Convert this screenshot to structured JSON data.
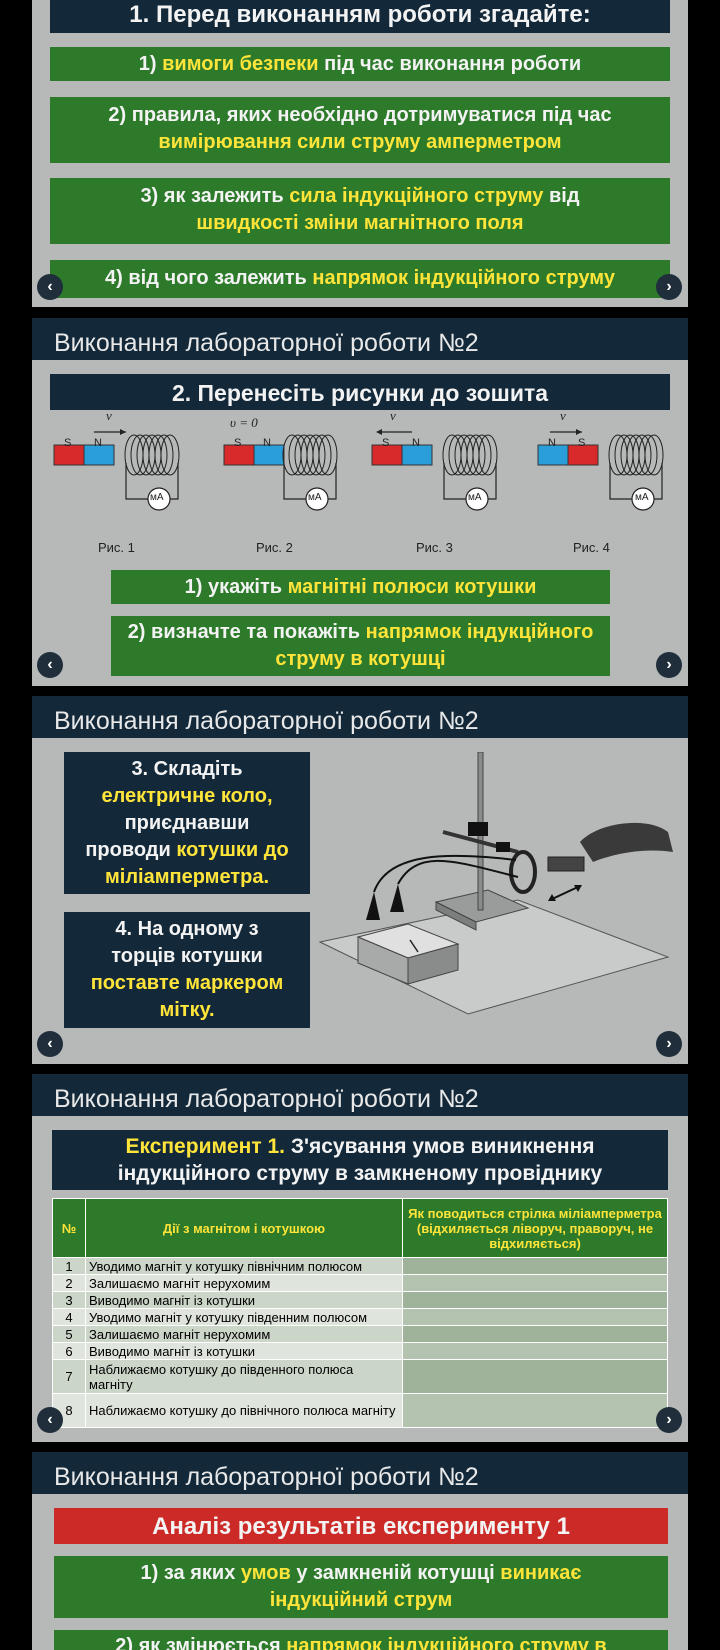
{
  "nav": {
    "prev_glyph": "‹",
    "next_glyph": "›"
  },
  "slide1": {
    "title": "1. Перед виконанням роботи згадайте:",
    "items": [
      {
        "pre": "1) ",
        "hl": "вимоги безпеки",
        "post": " під час виконання роботи"
      },
      {
        "pre": "2) правила, яких необхідно дотримуватися під час ",
        "hl": "вимірювання сили струму амперметром",
        "post": ""
      },
      {
        "pre": "3) як залежить ",
        "hl": "сила індукційного струму",
        "post": " від ",
        "hl2": "швидкості зміни магнітного поля"
      },
      {
        "pre": "4) від чого залежить ",
        "hl": "напрямок індукційного струму",
        "post": ""
      }
    ]
  },
  "header_title": "Виконання лабораторної роботи №2",
  "slide2": {
    "title": "2. Перенесіть рисунки до зошита",
    "figures": [
      {
        "caption": "Рис. 1",
        "vel": "v⃗",
        "pole_left": "S",
        "pole_right": "N",
        "meter": "мА"
      },
      {
        "caption": "Рис. 2",
        "vel": "υ = 0",
        "pole_left": "S",
        "pole_right": "N",
        "meter": "мА"
      },
      {
        "caption": "Рис. 3",
        "vel": "v⃗",
        "pole_left": "S",
        "pole_right": "N",
        "meter": "мА"
      },
      {
        "caption": "Рис. 4",
        "vel": "v⃗",
        "pole_left": "N",
        "pole_right": "S",
        "meter": "мА"
      }
    ],
    "task1": {
      "pre": "1) укажіть ",
      "hl": "магнітні полюси котушки"
    },
    "task2": {
      "pre": "2) визначте та покажіть ",
      "hl": "напрямок індукційного струму в котушці"
    }
  },
  "slide3": {
    "box1": {
      "l1": "3. Складіть",
      "hl1": "електричне коло,",
      "l2": "приєднавши",
      "l3": "проводи ",
      "hl2": "котушки до",
      "hl3": "міліамперметра."
    },
    "box2": {
      "l1": "4. На одному з",
      "l2": "торців котушки",
      "hl1": "поставте маркером",
      "hl2": "мітку."
    }
  },
  "slide4": {
    "title_hl": "Експеримент 1.",
    "title_rest": " З'ясування умов виникнення",
    "title_line2": "індукційного струму в замкненому провіднику",
    "headers": [
      "№",
      "Дії з магнітом і котушкою",
      "Як поводиться стрілка міліамперметра (відхиляється ліворуч, праворуч, не відхиляється)"
    ],
    "rows": [
      [
        "1",
        "Уводимо магніт у котушку північним полюсом"
      ],
      [
        "2",
        "Залишаємо магніт нерухомим"
      ],
      [
        "3",
        "Виводимо магніт із котушки"
      ],
      [
        "4",
        "Уводимо магніт у котушку південним полюсом"
      ],
      [
        "5",
        "Залишаємо магніт нерухомим"
      ],
      [
        "6",
        "Виводимо магніт із котушки"
      ],
      [
        "7",
        "Наближаємо котушку до південного полюса магніту"
      ],
      [
        "8",
        "Наближаємо котушку до північного полюса магніту"
      ]
    ]
  },
  "slide5": {
    "title": "Аналіз результатів експерименту 1",
    "q1": {
      "pre": "1) за яких ",
      "hl": "умов",
      "mid": " у замкненій котушці ",
      "hl2": "виникає",
      "line2": "індукційний струм"
    },
    "q2": {
      "pre": "2) як змінюється ",
      "hl": "напрямок індукційного струму в"
    }
  },
  "colors": {
    "green": "#2c7a2a",
    "navy": "#13293a",
    "yellow": "#ffe43a",
    "red": "#cc2a26",
    "slide_bg": "#b7b8b8"
  }
}
